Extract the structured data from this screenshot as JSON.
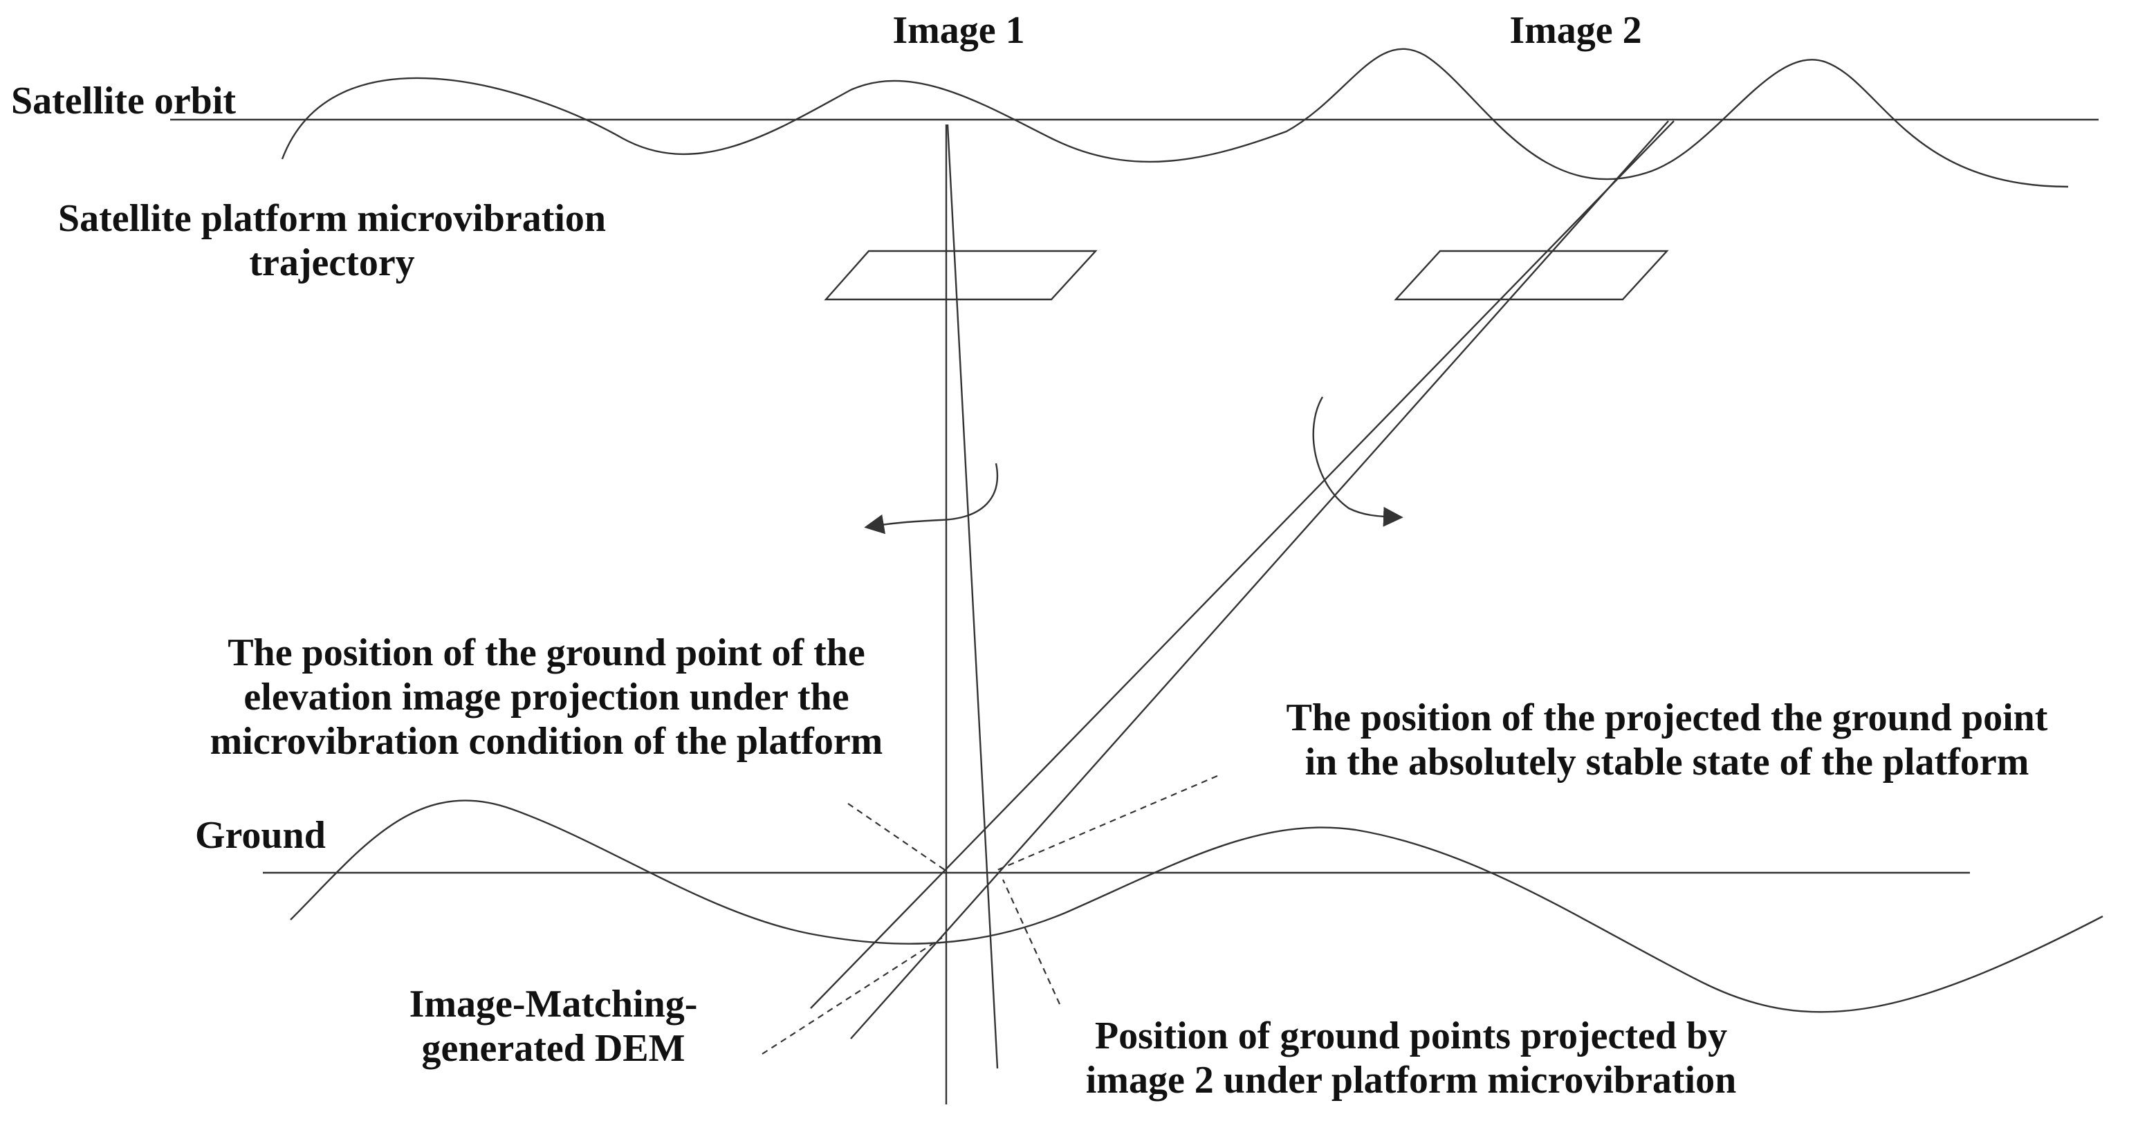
{
  "labels": {
    "image1": "Image 1",
    "image2": "Image 2",
    "satellite_orbit": "Satellite orbit",
    "microvibration_trajectory": [
      "Satellite platform microvibration",
      "trajectory"
    ],
    "ground": "Ground",
    "ground_point_microvibration": [
      "The position of the ground point of the",
      "elevation image projection under the",
      "microvibration condition of the platform"
    ],
    "ground_point_stable": [
      "The position of the projected the ground point",
      "in the absolutely stable state of the platform"
    ],
    "dem": [
      "Image-Matching-",
      "generated DEM"
    ],
    "image2_projection": [
      "Position of ground points projected by",
      "image 2 under platform microvibration"
    ]
  }
}
